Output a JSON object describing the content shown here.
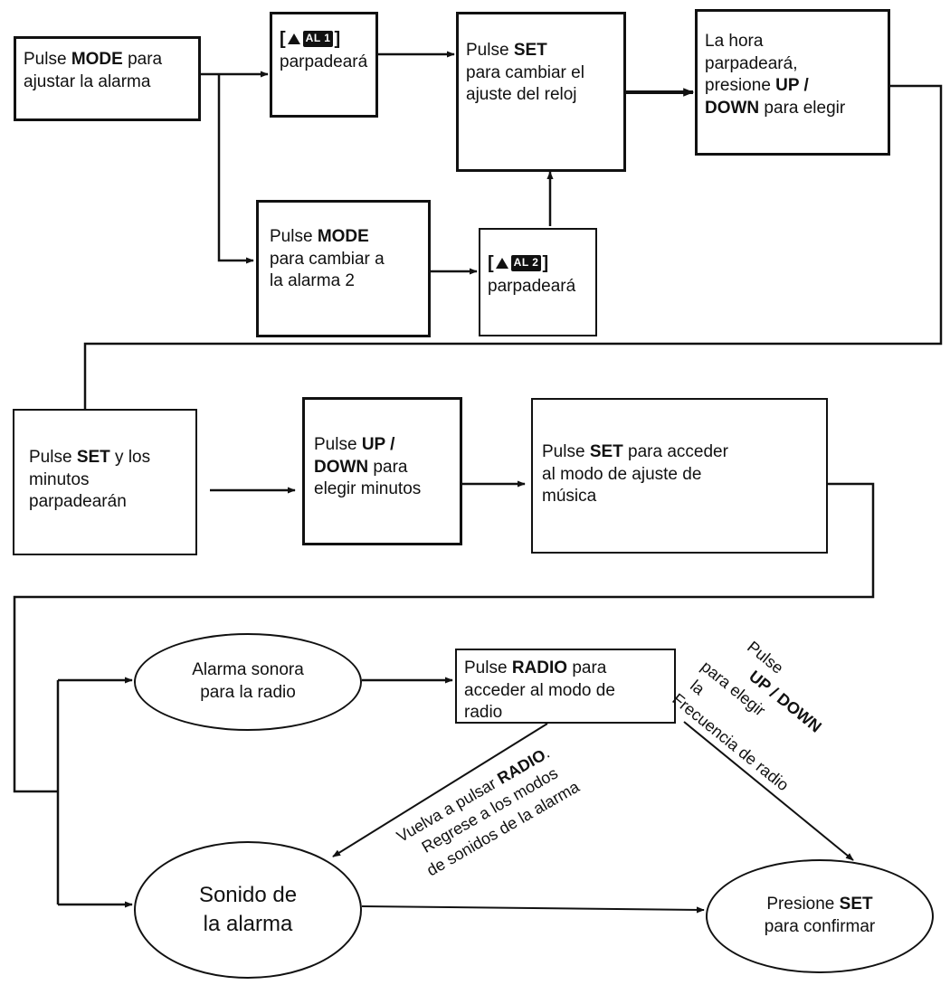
{
  "nodes": {
    "mode_alarm": {
      "l1a": "Pulse ",
      "l1b": "MODE",
      "l1c": " para",
      "l2": "ajustar la alarma"
    },
    "al1": {
      "open": "[",
      "badge": "AL 1",
      "close": "]",
      "l2": "parpadeará"
    },
    "set_clock": {
      "l1a": "Pulse ",
      "l1b": "SET",
      "l2": "para cambiar el",
      "l3": "ajuste del reloj"
    },
    "hour": {
      "l1": "La hora",
      "l2": "parpadeará,",
      "l3a": "presione ",
      "l3b": "UP /",
      "l4a": "DOWN",
      "l4b": " para elegir"
    },
    "mode_alarm2": {
      "l1a": "Pulse ",
      "l1b": "MODE",
      "l2": "para cambiar a",
      "l3": "la alarma 2"
    },
    "al2": {
      "open": "[",
      "badge": "AL 2",
      "close": "]",
      "l2": "parpadeará"
    },
    "set_minutes": {
      "l1a": "Pulse ",
      "l1b": "SET",
      "l1c": " y los",
      "l2": "minutos",
      "l3": "parpadearán"
    },
    "updown_minutes": {
      "l1a": "Pulse ",
      "l1b": "UP /",
      "l2a": "DOWN",
      "l2b": " para",
      "l3": "elegir minutos"
    },
    "set_music": {
      "l1a": "Pulse ",
      "l1b": "SET",
      "l1c": " para acceder",
      "l2": "al modo de ajuste de",
      "l3": "música"
    },
    "radio_alarm": {
      "l1": "Alarma sonora",
      "l2": "para la radio"
    },
    "press_radio": {
      "l1a": "Pulse ",
      "l1b": "RADIO",
      "l1c": " para",
      "l2": "acceder al modo de",
      "l3": "radio"
    },
    "alarm_sound": {
      "l1": "Sonido de",
      "l2": "la alarma"
    },
    "confirm": {
      "l1a": "Presione ",
      "l1b": "SET",
      "l2": "para confirmar"
    }
  },
  "annotations": {
    "radio_freq": {
      "l1": "Pulse ",
      "l2a": "UP / DOWN",
      "l2b": "para elegir",
      "l3": "la",
      "l4": "Frecuencia de radio"
    },
    "back_to_alarm": {
      "l1a": "Vuelva a pulsar ",
      "l1b": "RADIO",
      "l1c": ".",
      "l2": "Regrese a los modos",
      "l3": "de sonidos de la alarma"
    }
  }
}
